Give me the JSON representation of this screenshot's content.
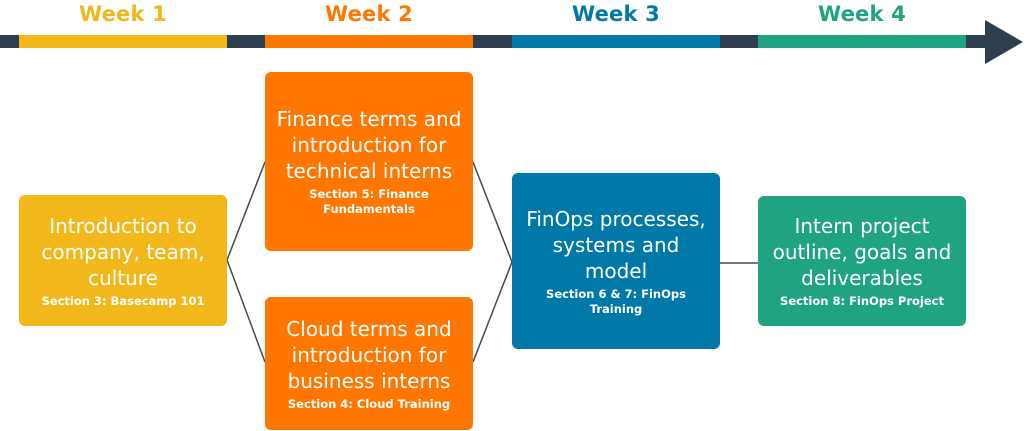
{
  "colors": {
    "week1": "#f2b81b",
    "week2": "#ff7600",
    "week3": "#0078a8",
    "week4": "#20a380",
    "timeline_dark": "#2e3e4e",
    "connector": "#3f4a57"
  },
  "timeline": {
    "weeks": [
      {
        "label": "Week 1"
      },
      {
        "label": "Week 2"
      },
      {
        "label": "Week 3"
      },
      {
        "label": "Week 4"
      }
    ],
    "arrow_icon": "arrow-right-icon"
  },
  "boxes": {
    "week1_intro": {
      "title": "Introduction to company, team, culture",
      "section": "Section 3: Basecamp 101"
    },
    "week2_finance": {
      "title": "Finance terms and introduction for technical interns",
      "section": "Section 5: Finance Fundamentals"
    },
    "week2_cloud": {
      "title": "Cloud terms and introduction for business interns",
      "section": "Section 4: Cloud Training"
    },
    "week3_finops": {
      "title": "FinOps processes, systems and model",
      "section": "Section 6 & 7: FinOps Training"
    },
    "week4_project": {
      "title": "Intern project outline, goals and deliverables",
      "section": "Section 8: FinOps Project"
    }
  }
}
